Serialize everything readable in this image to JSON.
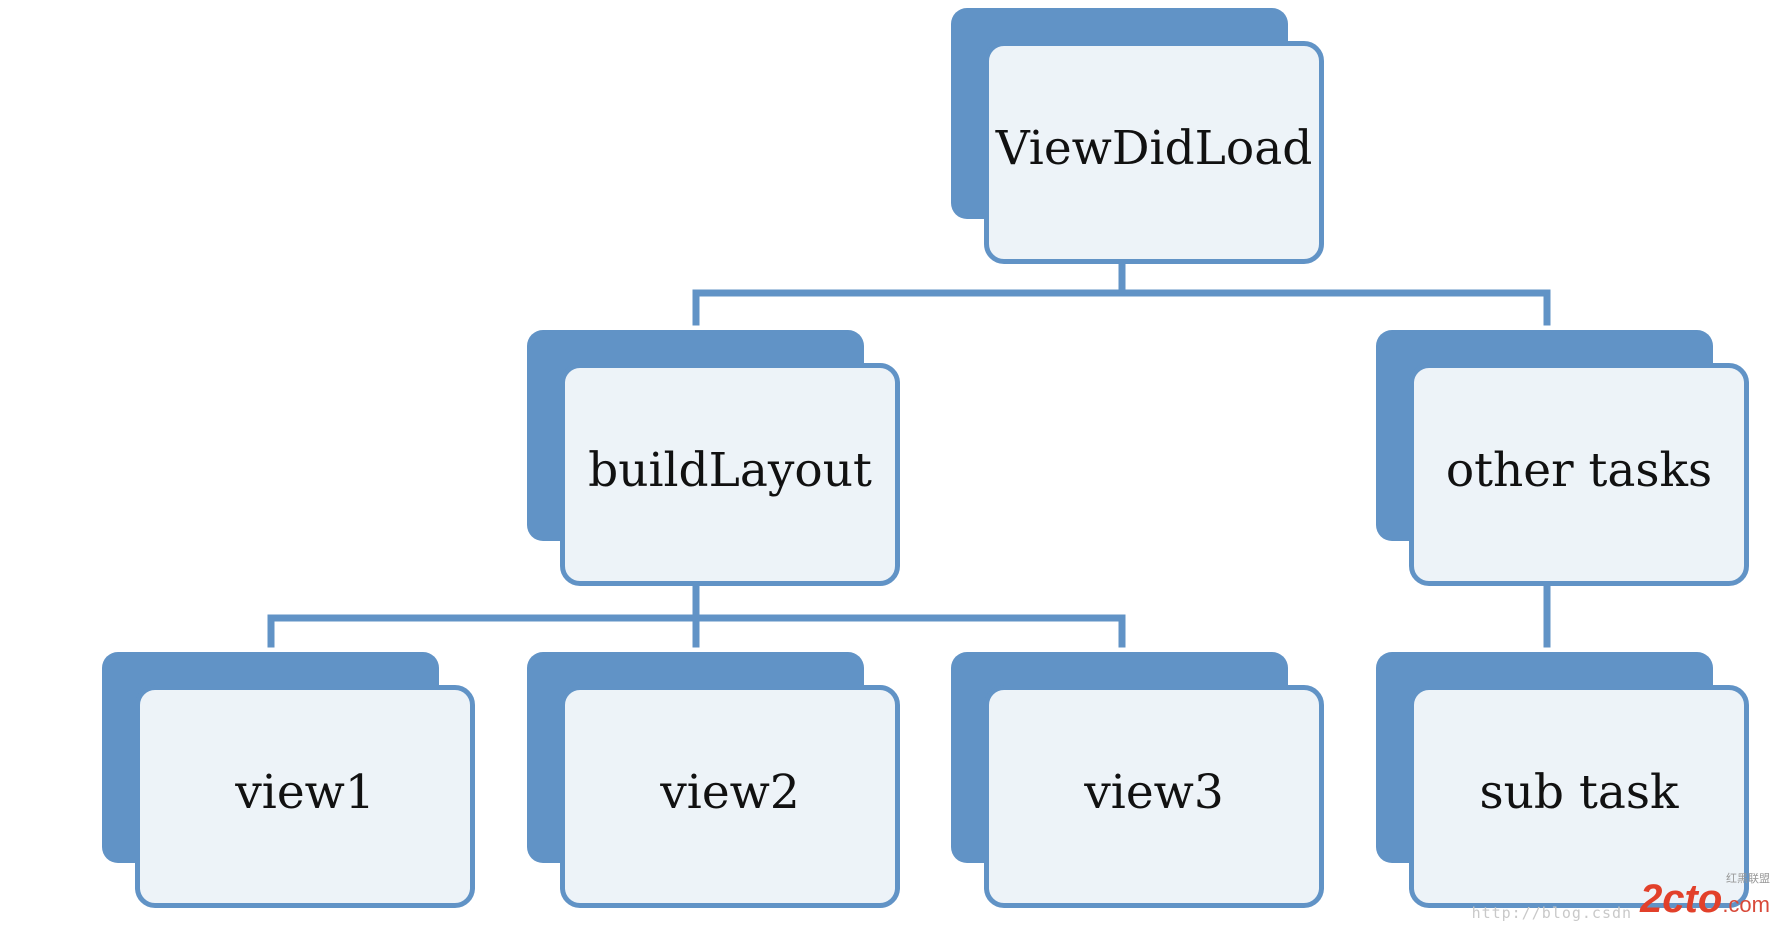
{
  "colors": {
    "accent": "#6193c6",
    "box_fill": "#edf3f8",
    "text": "#111111",
    "watermark_red": "#e2402a"
  },
  "nodes": {
    "root": {
      "label": "ViewDidLoad"
    },
    "build": {
      "label": "buildLayout"
    },
    "other": {
      "label": "other tasks"
    },
    "view1": {
      "label": "view1"
    },
    "view2": {
      "label": "view2"
    },
    "view3": {
      "label": "view3"
    },
    "sub": {
      "label": "sub task"
    }
  },
  "edges": [
    {
      "from": "root",
      "to": "build"
    },
    {
      "from": "root",
      "to": "other"
    },
    {
      "from": "build",
      "to": "view1"
    },
    {
      "from": "build",
      "to": "view2"
    },
    {
      "from": "build",
      "to": "view3"
    },
    {
      "from": "other",
      "to": "sub"
    }
  ],
  "watermark": {
    "url": "http://blog.csdn",
    "logo": "2cto",
    "logo_suffix": ".com",
    "cn": "红黑联盟"
  }
}
